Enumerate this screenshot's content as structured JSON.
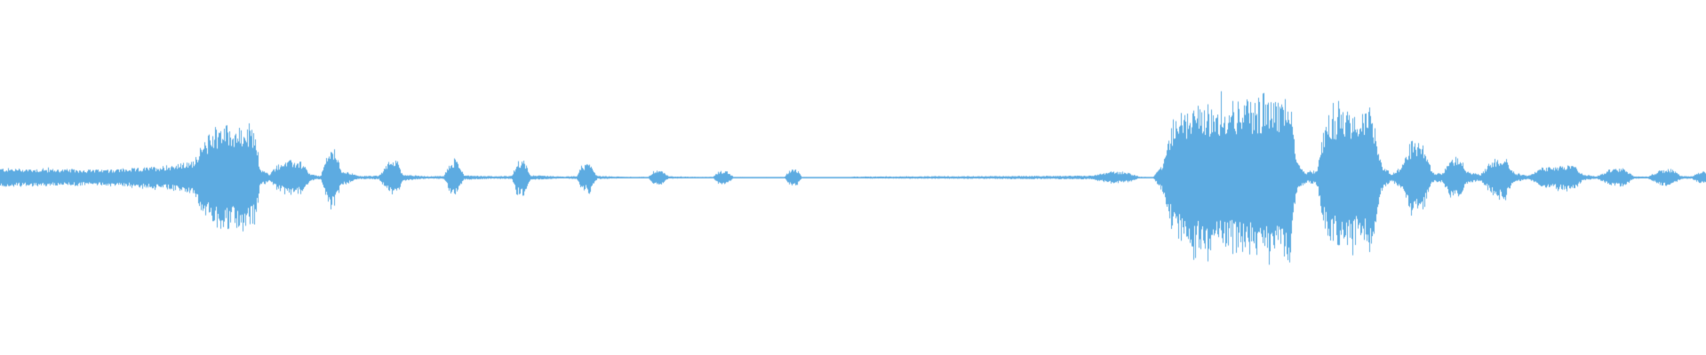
{
  "waveform": {
    "color": "#5DABE1",
    "background": "#FFFFFF",
    "amplitude_envelope": [
      [
        0.0,
        0.06
      ],
      [
        0.03,
        0.055
      ],
      [
        0.06,
        0.05
      ],
      [
        0.08,
        0.06
      ],
      [
        0.1,
        0.08
      ],
      [
        0.112,
        0.1
      ],
      [
        0.118,
        0.2
      ],
      [
        0.125,
        0.32
      ],
      [
        0.132,
        0.34
      ],
      [
        0.142,
        0.31
      ],
      [
        0.15,
        0.3
      ],
      [
        0.152,
        0.06
      ],
      [
        0.158,
        0.02
      ],
      [
        0.162,
        0.08
      ],
      [
        0.17,
        0.11
      ],
      [
        0.176,
        0.1
      ],
      [
        0.182,
        0.02
      ],
      [
        0.188,
        0.01
      ],
      [
        0.192,
        0.17
      ],
      [
        0.196,
        0.18
      ],
      [
        0.2,
        0.05
      ],
      [
        0.21,
        0.01
      ],
      [
        0.222,
        0.012
      ],
      [
        0.228,
        0.1
      ],
      [
        0.232,
        0.13
      ],
      [
        0.236,
        0.02
      ],
      [
        0.25,
        0.008
      ],
      [
        0.26,
        0.01
      ],
      [
        0.264,
        0.1
      ],
      [
        0.268,
        0.11
      ],
      [
        0.272,
        0.015
      ],
      [
        0.29,
        0.008
      ],
      [
        0.3,
        0.01
      ],
      [
        0.303,
        0.1
      ],
      [
        0.307,
        0.12
      ],
      [
        0.311,
        0.015
      ],
      [
        0.33,
        0.006
      ],
      [
        0.338,
        0.01
      ],
      [
        0.341,
        0.08
      ],
      [
        0.346,
        0.09
      ],
      [
        0.35,
        0.01
      ],
      [
        0.37,
        0.004
      ],
      [
        0.38,
        0.005
      ],
      [
        0.383,
        0.04
      ],
      [
        0.387,
        0.05
      ],
      [
        0.392,
        0.008
      ],
      [
        0.41,
        0.004
      ],
      [
        0.418,
        0.005
      ],
      [
        0.421,
        0.04
      ],
      [
        0.426,
        0.045
      ],
      [
        0.43,
        0.004
      ],
      [
        0.45,
        0.003
      ],
      [
        0.46,
        0.004
      ],
      [
        0.463,
        0.05
      ],
      [
        0.467,
        0.055
      ],
      [
        0.47,
        0.004
      ],
      [
        0.49,
        0.002
      ],
      [
        0.495,
        0.0
      ],
      [
        0.5,
        0.006
      ],
      [
        0.55,
        0.008
      ],
      [
        0.6,
        0.01
      ],
      [
        0.64,
        0.012
      ],
      [
        0.652,
        0.04
      ],
      [
        0.662,
        0.03
      ],
      [
        0.668,
        0.006
      ],
      [
        0.676,
        0.002
      ],
      [
        0.682,
        0.1
      ],
      [
        0.688,
        0.38
      ],
      [
        0.7,
        0.45
      ],
      [
        0.72,
        0.48
      ],
      [
        0.74,
        0.5
      ],
      [
        0.752,
        0.48
      ],
      [
        0.756,
        0.56
      ],
      [
        0.76,
        0.1
      ],
      [
        0.766,
        0.03
      ],
      [
        0.772,
        0.05
      ],
      [
        0.778,
        0.42
      ],
      [
        0.79,
        0.44
      ],
      [
        0.805,
        0.42
      ],
      [
        0.81,
        0.09
      ],
      [
        0.816,
        0.02
      ],
      [
        0.822,
        0.08
      ],
      [
        0.828,
        0.23
      ],
      [
        0.834,
        0.22
      ],
      [
        0.84,
        0.03
      ],
      [
        0.846,
        0.03
      ],
      [
        0.85,
        0.13
      ],
      [
        0.856,
        0.14
      ],
      [
        0.86,
        0.04
      ],
      [
        0.868,
        0.02
      ],
      [
        0.876,
        0.12
      ],
      [
        0.882,
        0.14
      ],
      [
        0.888,
        0.03
      ],
      [
        0.896,
        0.012
      ],
      [
        0.904,
        0.06
      ],
      [
        0.916,
        0.08
      ],
      [
        0.924,
        0.07
      ],
      [
        0.928,
        0.02
      ],
      [
        0.936,
        0.008
      ],
      [
        0.944,
        0.05
      ],
      [
        0.952,
        0.06
      ],
      [
        0.958,
        0.008
      ],
      [
        0.966,
        0.006
      ],
      [
        0.974,
        0.05
      ],
      [
        0.98,
        0.055
      ],
      [
        0.986,
        0.01
      ],
      [
        0.992,
        0.008
      ],
      [
        0.996,
        0.035
      ],
      [
        1.0,
        0.04
      ]
    ]
  }
}
